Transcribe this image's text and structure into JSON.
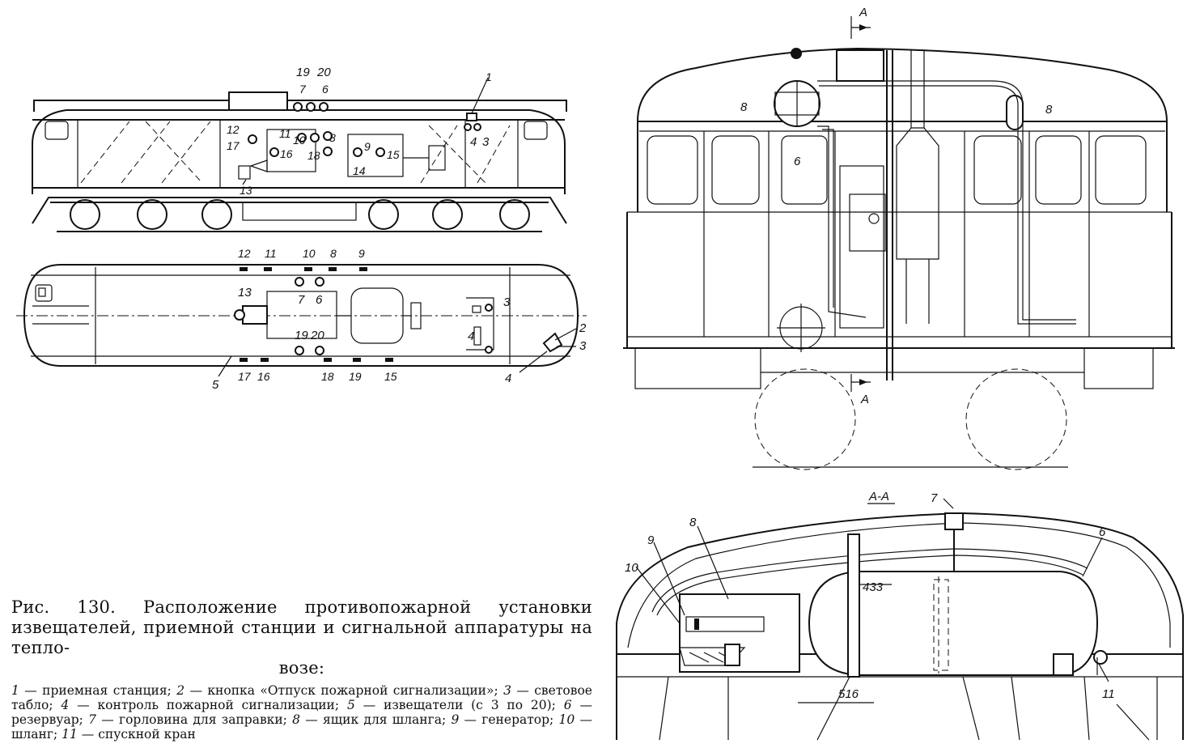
{
  "figure": {
    "title": "Рис. 130.",
    "caption_main": "Расположение противопожарной установки извещателей, приемной станции и сигнальной аппаратуры на тепло-",
    "caption_cont": "возе:",
    "legend": [
      {
        "num": "1",
        "text": "— приемная станция;"
      },
      {
        "num": "2",
        "text": "— кнопка «Отпуск пожарной сигнализации»;"
      },
      {
        "num": "3",
        "text": "— световое табло;"
      },
      {
        "num": "4",
        "text": "— контроль пожарной сигнализации;"
      },
      {
        "num": "5",
        "text": "— извещатели (с 3 по 20);"
      },
      {
        "num": "6",
        "text": "— резервуар;"
      },
      {
        "num": "7",
        "text": "— горловина для заправки;"
      },
      {
        "num": "8",
        "text": "— ящик для шланга;"
      },
      {
        "num": "9",
        "text": "— генератор;"
      },
      {
        "num": "10",
        "text": "— шланг;"
      },
      {
        "num": "11",
        "text": "— спускной кран"
      }
    ]
  },
  "side_view": {
    "labels": {
      "n19": "19",
      "n20": "20",
      "n7": "7",
      "n6": "6",
      "n1": "1",
      "n12": "12",
      "n17": "17",
      "n11": "11",
      "n10": "10",
      "n8": "8",
      "n16": "16",
      "n18": "18",
      "n9": "9",
      "n15": "15",
      "n14": "14",
      "n4": "4",
      "n3": "3",
      "n13": "13"
    }
  },
  "plan_view": {
    "labels": {
      "t12": "12",
      "t11": "11",
      "t10": "10",
      "t8": "8",
      "t9": "9",
      "n13": "13",
      "n7": "7",
      "n6": "6",
      "n3": "3",
      "n4": "4",
      "n19": "19",
      "n20": "20",
      "r2": "2",
      "r3": "3",
      "r4": "4",
      "b5": "5",
      "b17": "17",
      "b16": "16",
      "b18": "18",
      "b19": "19",
      "b15": "15"
    }
  },
  "cross_section": {
    "labels": {
      "cut_top": "A",
      "cut_bottom": "A",
      "box_left": "8",
      "box_right": "8",
      "tank": "6"
    }
  },
  "section_aa": {
    "labels": {
      "title": "А-А",
      "n7": "7",
      "n8": "8",
      "n9": "9",
      "n10": "10",
      "n6": "6",
      "n11": "11",
      "dim1": "433",
      "dim2": "516"
    }
  }
}
